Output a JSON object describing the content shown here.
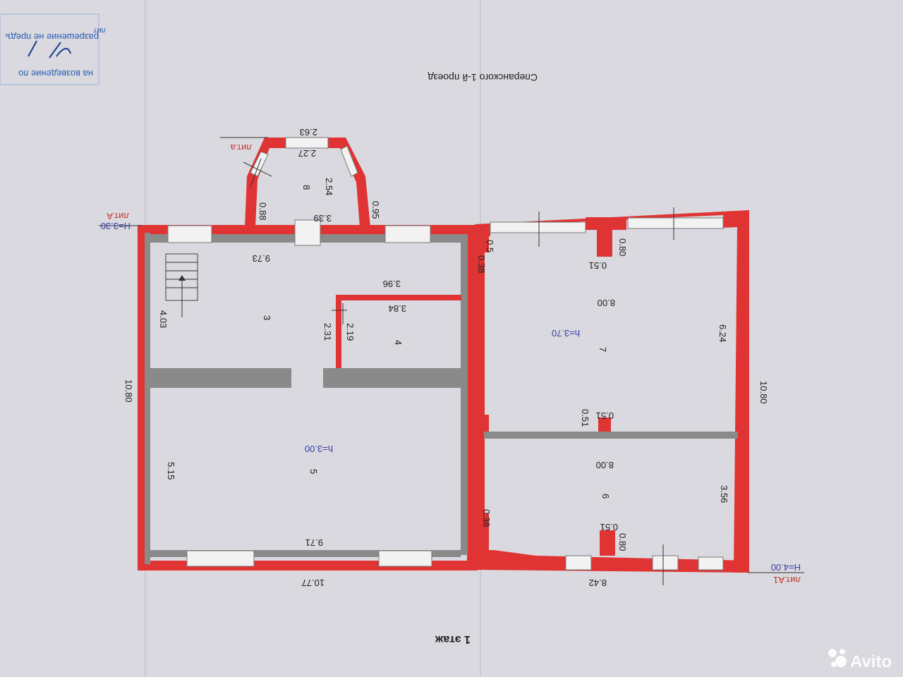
{
  "document": {
    "street": "Сперанского 1-й проезд",
    "floor_label": "1 этаж",
    "stamp_lines": [
      "разрешение не предъ",
      "на возведение по"
    ],
    "stamp_suffix": "лит",
    "watermark": "Avito",
    "colors": {
      "wall": "#e03434",
      "partition": "#8a8a8a",
      "height_label": "#3a3aa8",
      "stamp": "#2b5fb4"
    }
  },
  "blocks": {
    "lit_A": {
      "name": "лит.А",
      "height": "Н=3.30"
    },
    "lit_A1": {
      "name": "лит.А1",
      "height": "Н=4.00"
    },
    "lit_a": {
      "name": "лит.а"
    }
  },
  "rooms": [
    {
      "number": "3"
    },
    {
      "number": "4"
    },
    {
      "number": "5",
      "height": "h=3.00"
    },
    {
      "number": "6"
    },
    {
      "number": "7",
      "height": "h=3.70"
    },
    {
      "number": "8"
    }
  ],
  "dimensions": {
    "a_top": "2.63",
    "a_inner_top": "2.27",
    "a_left": "0.88",
    "a_right": "0.95",
    "a_depth": "2.54",
    "a_bottom": "3.39",
    "A_top": "9.73",
    "A_left": "10.80",
    "A_bottom_out": "10.77",
    "A_bottom_in": "9.71",
    "room3_side": "4.03",
    "room3_4_wall": "3.96",
    "room4_top": "3.84",
    "room4_side": "2.19",
    "room4_side2": "2.31",
    "room5_side": "5.15",
    "A1_right": "10.80",
    "A1_bottom": "8.42",
    "r7_width": "8.00",
    "r7_side": "6.24",
    "r7_col_w": "0.51",
    "r7_col_h": "0.80",
    "r7_corner_w": "0.38",
    "r7_corner_h": "0.5",
    "mid_col_w": "0.51",
    "mid_col_h": "0.51",
    "r6_width": "8.00",
    "r6_side": "3.56",
    "r6_col_w": "0.51",
    "r6_col_h": "0.80",
    "r6_corner": "0.38"
  }
}
